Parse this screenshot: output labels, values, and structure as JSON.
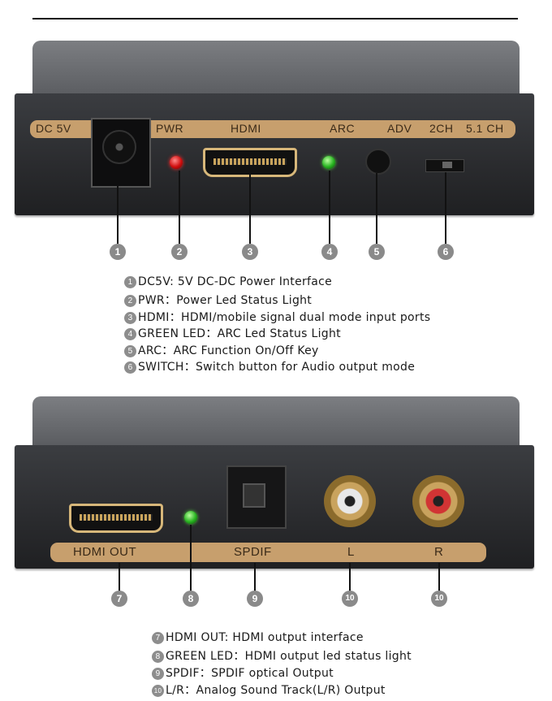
{
  "device_1": {
    "labels": [
      "DC 5V",
      "PWR",
      "HDMI",
      "ARC",
      "ADV",
      "2CH",
      "5.1 CH"
    ],
    "markers": [
      "1",
      "2",
      "3",
      "4",
      "5",
      "6"
    ]
  },
  "legend_1": [
    {
      "num": "1",
      "text": "DC5V: 5V DC-DC Power Interface"
    },
    {
      "num": "2",
      "text": "PWR：Power Led Status Light"
    },
    {
      "num": "3",
      "text": "HDMI：HDMI/mobile signal dual mode input ports"
    },
    {
      "num": "4",
      "text": "GREEN LED：ARC Led Status Light"
    },
    {
      "num": "5",
      "text": "ARC：ARC Function On/Off Key"
    },
    {
      "num": "6",
      "text": "SWITCH：Switch button for Audio output mode"
    }
  ],
  "device_2": {
    "labels": [
      "HDMI OUT",
      "SPDIF",
      "L",
      "R"
    ],
    "markers": [
      "7",
      "8",
      "9",
      "10"
    ]
  },
  "legend_2": [
    {
      "num": "7",
      "text": "HDMI OUT: HDMI output interface"
    },
    {
      "num": "8",
      "text": "GREEN LED：HDMI output led status light"
    },
    {
      "num": "9",
      "text": "SPDIF：SPDIF optical Output"
    },
    {
      "num": "10",
      "text": "L/R：Analog Sound Track(L/R) Output"
    }
  ],
  "colors": {
    "band": "#c79f6d",
    "body": "#2e3033",
    "led_red": "#d10f0f",
    "led_green": "#27b320"
  }
}
